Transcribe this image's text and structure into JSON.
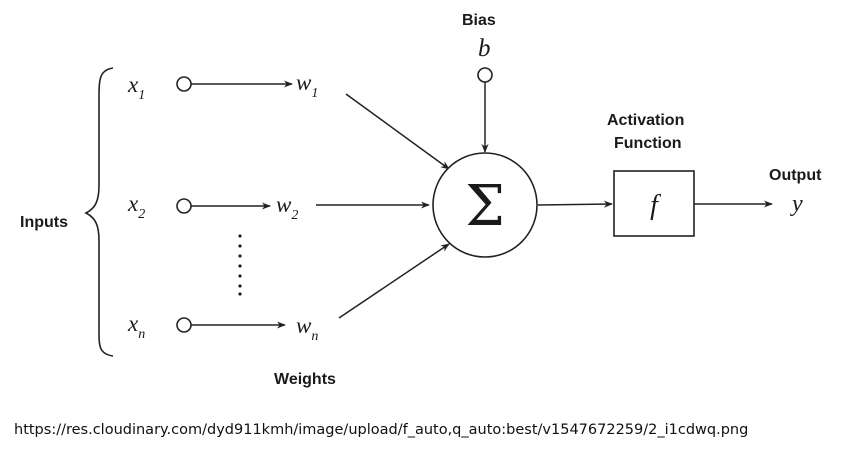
{
  "diagram": {
    "inputs_label": "Inputs",
    "weights_label": "Weights",
    "bias_label": "Bias",
    "bias_symbol": "b",
    "inputs": [
      {
        "var": "x",
        "sub": "1"
      },
      {
        "var": "x",
        "sub": "2"
      },
      {
        "var": "x",
        "sub": "n"
      }
    ],
    "weights": [
      {
        "var": "w",
        "sub": "1"
      },
      {
        "var": "w",
        "sub": "2"
      },
      {
        "var": "w",
        "sub": "n"
      }
    ],
    "sum_symbol": "Σ",
    "activation_label_line1": "Activation",
    "activation_label_line2": "Function",
    "activation_symbol": "f",
    "output_label": "Output",
    "output_symbol": "y"
  },
  "caption": {
    "url": "https://res.cloudinary.com/dyd911kmh/image/upload/f_auto,q_auto:best/v1547672259/2_i1cdwq.png"
  }
}
